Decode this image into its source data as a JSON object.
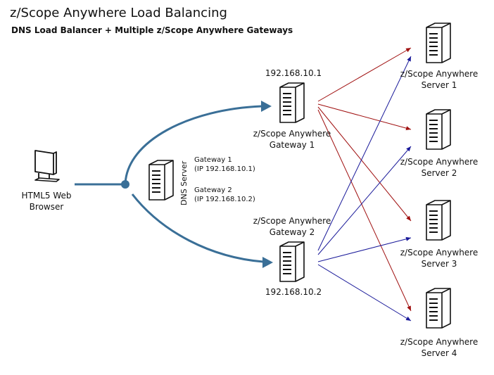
{
  "title": "z/Scope Anywhere Load Balancing",
  "subtitle": "DNS Load Balancer + Multiple z/Scope Anywhere Gateways",
  "colors": {
    "flow": "#3a6f97",
    "red": "#a01010",
    "blue": "#1a1a9a"
  },
  "browser": {
    "line1": "HTML5 Web",
    "line2": "Browser"
  },
  "dns": {
    "label": "DNS Server",
    "entry1_name": "Gateway 1",
    "entry1_ip": "(IP 192.168.10.1)",
    "entry2_name": "Gateway 2",
    "entry2_ip": "(IP 192.168.10.2)"
  },
  "gateways": [
    {
      "ip": "192.168.10.1",
      "line1": "z/Scope Anywhere",
      "line2": "Gateway 1"
    },
    {
      "ip": "192.168.10.2",
      "line1": "z/Scope Anywhere",
      "line2": "Gateway 2"
    }
  ],
  "servers": [
    {
      "line1": "z/Scope Anywhere",
      "line2": "Server 1"
    },
    {
      "line1": "z/Scope Anywhere",
      "line2": "Server 2"
    },
    {
      "line1": "z/Scope Anywhere",
      "line2": "Server 3"
    },
    {
      "line1": "z/Scope Anywhere",
      "line2": "Server 4"
    }
  ]
}
